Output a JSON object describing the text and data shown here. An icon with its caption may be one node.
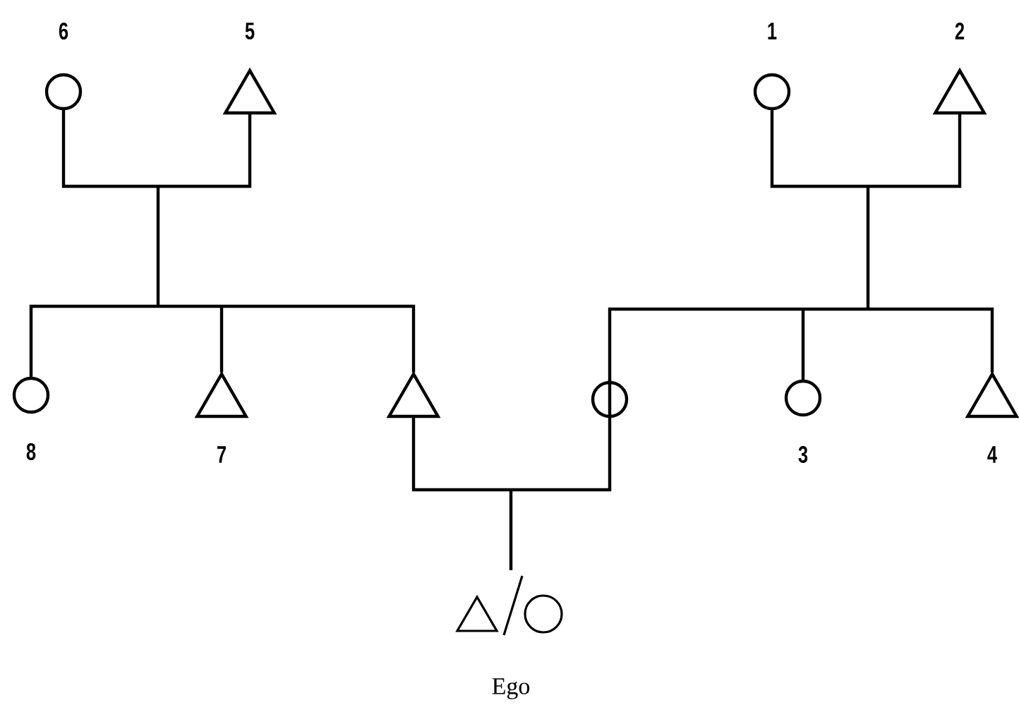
{
  "diagram": {
    "nodes": [
      {
        "text": [],
        "shape": "circle",
        "beside": [
          "6"
        ]
      },
      {
        "text": [],
        "shape": "triangle",
        "beside": [
          "5"
        ]
      },
      {
        "text": [],
        "shape": "circle",
        "beside": [
          "1"
        ]
      },
      {
        "text": [],
        "shape": "triangle",
        "beside": [
          "2"
        ]
      },
      {
        "text": [],
        "shape": "circle",
        "beside": [
          "8"
        ]
      },
      {
        "text": [],
        "shape": "triangle",
        "beside": [
          "7"
        ]
      },
      {
        "text": [],
        "shape": "triangle"
      },
      {
        "text": [],
        "shape": "circle"
      },
      {
        "text": [],
        "shape": "circle",
        "beside": [
          "3"
        ]
      },
      {
        "text": [],
        "shape": "triangle",
        "beside": [
          "4"
        ]
      },
      {
        "text": [],
        "shape": "symbol",
        "beside": [
          "Ego"
        ]
      }
    ],
    "edges": [
      {
        "from": 0,
        "to": 4,
        "arrow": "none"
      },
      {
        "from": 0,
        "to": 5,
        "arrow": "none"
      },
      {
        "from": 0,
        "to": 6,
        "arrow": "none"
      },
      {
        "from": 1,
        "to": 4,
        "arrow": "none"
      },
      {
        "from": 1,
        "to": 5,
        "arrow": "none"
      },
      {
        "from": 1,
        "to": 6,
        "arrow": "none"
      },
      {
        "from": 2,
        "to": 7,
        "arrow": "none"
      },
      {
        "from": 2,
        "to": 8,
        "arrow": "none"
      },
      {
        "from": 2,
        "to": 9,
        "arrow": "none"
      },
      {
        "from": 3,
        "to": 7,
        "arrow": "none"
      },
      {
        "from": 3,
        "to": 8,
        "arrow": "none"
      },
      {
        "from": 3,
        "to": 9,
        "arrow": "none"
      },
      {
        "from": 6,
        "to": 10,
        "arrow": "none"
      },
      {
        "from": 7,
        "to": 10,
        "arrow": "none"
      }
    ]
  }
}
